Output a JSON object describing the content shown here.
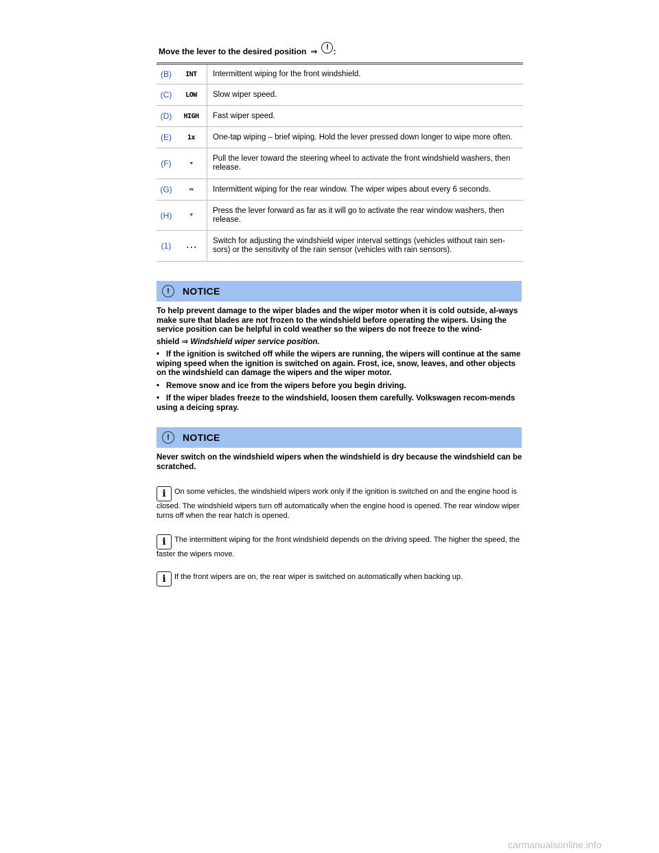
{
  "intro": {
    "text": "Move the lever to the desired position",
    "arrow": "⇒",
    "icon": "!",
    "colon": ":"
  },
  "rows": [
    {
      "key": "(B)",
      "symbol": "INT",
      "desc": "Intermittent wiping for the front windshield."
    },
    {
      "key": "(C)",
      "symbol": "LOW",
      "desc": "Slow wiper speed."
    },
    {
      "key": "(D)",
      "symbol": "HIGH",
      "desc": "Fast wiper speed."
    },
    {
      "key": "(E)",
      "symbol": "1x",
      "desc": "One-tap wiping – brief wiping. Hold the lever pressed down longer to wipe more often."
    },
    {
      "key": "(F)",
      "symbol": "⌔",
      "desc": "Pull the lever toward the steering wheel to activate the front windshield washers, then release."
    },
    {
      "key": "(G)",
      "symbol": "⌓",
      "desc": "Intermittent wiping for the rear window. The wiper wipes about every 6 seconds."
    },
    {
      "key": "(H)",
      "symbol": "⌔",
      "desc": "Press the lever forward as far as it will go to activate the rear window washers, then release."
    },
    {
      "key": "(1)",
      "symbol": "...",
      "desc": "Switch for adjusting the windshield wiper interval settings (vehicles without rain sen-sors) or the sensitivity of the rain sensor (vehicles with rain sensors)."
    }
  ],
  "notice1": {
    "title": "NOTICE",
    "icon": "!",
    "body_a": "To help prevent damage to the wiper blades and the wiper motor when it is cold outside, al-ways make sure that blades are not frozen to the windshield before operating the wipers. Using the service position can be helpful in cold weather so the wipers do not freeze to the wind-",
    "body_b_plain": "shield",
    "body_b_arrow": "⇒",
    "body_b_link": "Windshield wiper service position.",
    "bullets": [
      "If the ignition is switched off while the wipers are running, the wipers will continue at the same wiping speed when the ignition is switched on again. Frost, ice, snow, leaves, and other objects on the windshield can damage the wipers and the wiper motor.",
      "Remove snow and ice from the wipers before you begin driving.",
      "If the wiper blades freeze to the windshield, loosen them carefully. Volkswagen recom-mends using a deicing spray."
    ]
  },
  "notice2": {
    "title": "NOTICE",
    "icon": "!",
    "body": "Never switch on the windshield wipers when the windshield is dry because the windshield can be scratched."
  },
  "info_notes": [
    "On some vehicles, the windshield wipers work only if the ignition is switched on and the engine hood is closed. The windshield wipers turn off automatically when the engine hood is opened. The rear window wiper turns off when the rear hatch is opened.",
    "The intermittent wiping for the front windshield depends on the driving speed. The higher the speed, the faster the wipers move.",
    "If the front wipers are on, the rear wiper is switched on automatically when backing up."
  ],
  "info_icon": "i",
  "watermark": "carmanualsonline.info"
}
